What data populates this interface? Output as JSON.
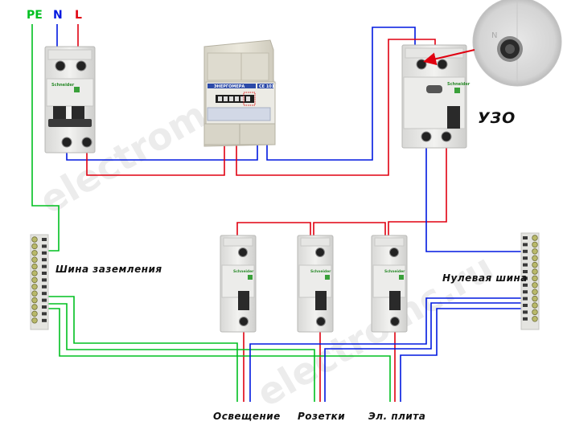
{
  "diagram": {
    "title": "Single-phase wiring scheme with RCD",
    "conductors": {
      "pe": {
        "label": "PE",
        "color": "#00c020"
      },
      "n": {
        "label": "N",
        "color": "#0018e0"
      },
      "l": {
        "label": "L",
        "color": "#e00010"
      }
    },
    "components": {
      "main_breaker": {
        "brand": "Schneider Electric",
        "poles": 2
      },
      "meter": {
        "brand": "ЭНЕРГОМЕРА",
        "mark": "CE 101"
      },
      "rcd": {
        "label": "УЗО",
        "brand": "Schneider Electric",
        "detail_mark": "N"
      },
      "ground_bus": {
        "label": "Шина заземления"
      },
      "neutral_bus": {
        "label": "Нулевая шина"
      },
      "branch_breakers": [
        {
          "load_label": "Освещение"
        },
        {
          "load_label": "Розетки"
        },
        {
          "load_label": "Эл. плита"
        }
      ]
    },
    "watermark": "electromc.ru"
  }
}
